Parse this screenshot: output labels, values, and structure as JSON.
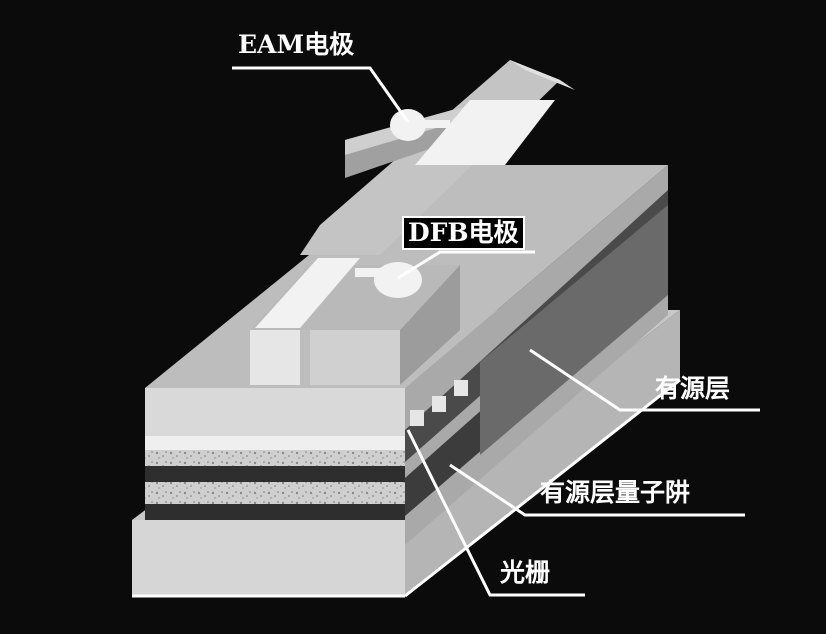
{
  "labels": {
    "eam_electrode": "EAM电极",
    "dfb_electrode": "DFB电极",
    "active_layer": "有源层",
    "active_qw": "有源层量子阱",
    "grating": "光栅"
  },
  "colors": {
    "background": "#0b0b0b",
    "label_text": "#ffffff",
    "leader_line": "#ffffff",
    "dark_band": "#3a3a3a",
    "light_face": "#d4d4d4",
    "top_face": "#bdbdbd"
  }
}
